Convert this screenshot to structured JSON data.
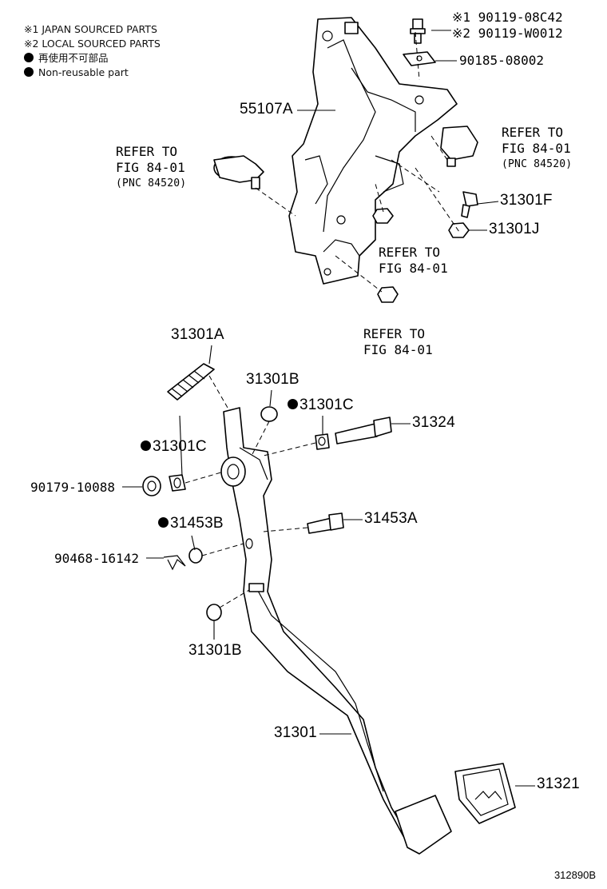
{
  "legend": {
    "line1": "※1 JAPAN SOURCED PARTS",
    "line2": "※2 LOCAL SOURCED PARTS",
    "line3": "再使用不可部品",
    "line4": "Non-reusable part"
  },
  "labels": {
    "p90119_08c42": "※1 90119-08C42",
    "p90119_w0012": "※2 90119-W0012",
    "p90185": "90185-08002",
    "p55107a": "55107A",
    "refer_left_1": "REFER TO",
    "refer_left_2": "FIG 84-01",
    "refer_left_3": "(PNC 84520)",
    "refer_right_1": "REFER TO",
    "refer_right_2": "FIG 84-01",
    "refer_right_3": "(PNC 84520)",
    "p31301f": "31301F",
    "p31301j": "31301J",
    "refer_mid_1": "REFER TO",
    "refer_mid_2": "FIG 84-01",
    "refer_low_1": "REFER TO",
    "refer_low_2": "FIG 84-01",
    "p31301a": "31301A",
    "p31301b_top": "31301B",
    "p31301c_right": "31301C",
    "p31324": "31324",
    "p31301c_left": "31301C",
    "p90179": "90179-10088",
    "p31453b": "31453B",
    "p31453a": "31453A",
    "p90468": "90468-16142",
    "p31301b_bottom": "31301B",
    "p31301": "31301",
    "p31321": "31321",
    "diagram_code": "312890B"
  },
  "icons": [
    "bolt-icon",
    "washer-icon",
    "nut-icon",
    "bushing-icon",
    "spring-icon",
    "clip-icon",
    "pedal-pad-icon",
    "switch-icon"
  ]
}
